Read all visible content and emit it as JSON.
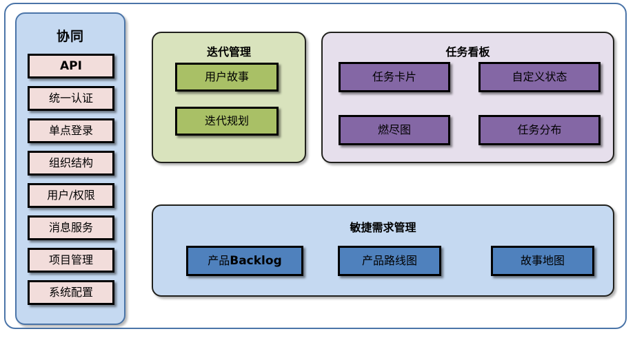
{
  "diagram": {
    "frame_border_color": "#4a74a8",
    "background": "#ffffff"
  },
  "sidebar": {
    "title": "协同",
    "panel_color": "#c5d9f1",
    "item_color": "#f2dddb",
    "items": [
      {
        "label": "API"
      },
      {
        "label": "统一认证"
      },
      {
        "label": "单点登录"
      },
      {
        "label": "组织结构"
      },
      {
        "label": "用户/权限"
      },
      {
        "label": "消息服务"
      },
      {
        "label": "项目管理"
      },
      {
        "label": "系统配置"
      }
    ]
  },
  "iteration": {
    "title": "迭代管理",
    "panel_color": "#d9e3bd",
    "item_color": "#a9c066",
    "items": [
      {
        "label": "用户故事"
      },
      {
        "label": "迭代规划"
      }
    ]
  },
  "taskboard": {
    "title": "任务看板",
    "panel_color": "#e6dfec",
    "item_color": "#8467a5",
    "items": [
      {
        "label": "任务卡片"
      },
      {
        "label": "自定义状态"
      },
      {
        "label": "燃尽图"
      },
      {
        "label": "任务分布"
      }
    ]
  },
  "agile": {
    "title": "敏捷需求管理",
    "panel_color": "#c5d9f1",
    "item_color": "#4f81bd",
    "items": [
      {
        "label": "产品Backlog",
        "prefix": "产品",
        "bold": "Backlog"
      },
      {
        "label": "产品路线图"
      },
      {
        "label": "故事地图"
      }
    ]
  }
}
